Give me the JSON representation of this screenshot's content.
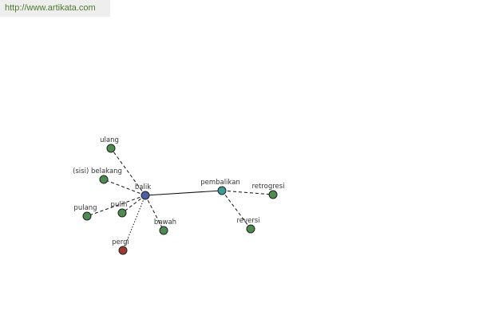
{
  "watermark": {
    "text": "http://www.artikata.com"
  },
  "colors": {
    "center": "#4b5fa5",
    "hub": "#3b9a9a",
    "synonym": "#4f8a4f",
    "antonym": "#9a3a32"
  },
  "graph": {
    "nodes": [
      {
        "id": "balik",
        "label": "balik",
        "kind": "center"
      },
      {
        "id": "pembalikan",
        "label": "pembalikan",
        "kind": "hub"
      },
      {
        "id": "retrogresi",
        "label": "retrogresi",
        "kind": "synonym"
      },
      {
        "id": "reversi",
        "label": "reversi",
        "kind": "synonym"
      },
      {
        "id": "ulang",
        "label": "ulang",
        "kind": "synonym"
      },
      {
        "id": "belakang",
        "label": "(sisi) belakang",
        "kind": "synonym"
      },
      {
        "id": "pulang",
        "label": "pulang",
        "kind": "synonym"
      },
      {
        "id": "pulih",
        "label": "pulih",
        "kind": "synonym"
      },
      {
        "id": "bawah",
        "label": "bawah",
        "kind": "synonym"
      },
      {
        "id": "pergi",
        "label": "pergi",
        "kind": "antonym"
      }
    ],
    "edges": [
      {
        "from": "balik",
        "to": "pembalikan",
        "style": "solid"
      },
      {
        "from": "pembalikan",
        "to": "retrogresi",
        "style": "dashed"
      },
      {
        "from": "pembalikan",
        "to": "reversi",
        "style": "dashed"
      },
      {
        "from": "balik",
        "to": "ulang",
        "style": "dashed"
      },
      {
        "from": "balik",
        "to": "belakang",
        "style": "dashed"
      },
      {
        "from": "balik",
        "to": "pulang",
        "style": "dashed"
      },
      {
        "from": "balik",
        "to": "pulih",
        "style": "dashed"
      },
      {
        "from": "balik",
        "to": "bawah",
        "style": "dashed"
      },
      {
        "from": "balik",
        "to": "pergi",
        "style": "dotted"
      }
    ]
  }
}
